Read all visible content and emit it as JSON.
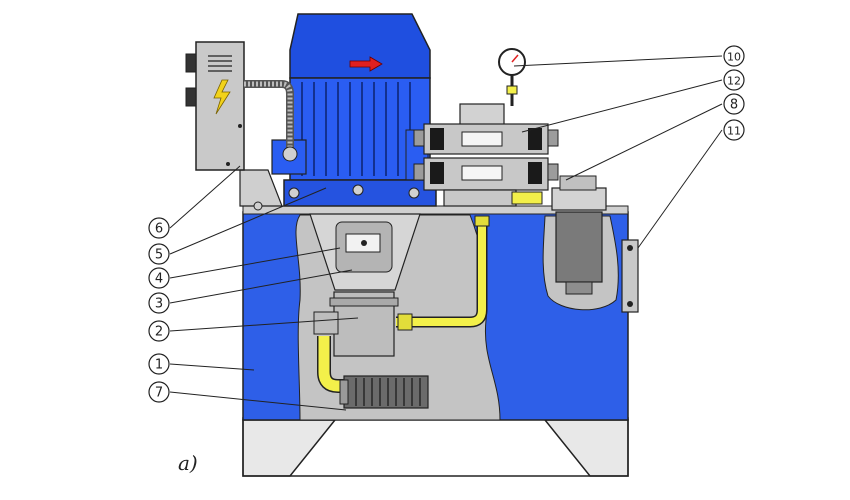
{
  "figure_label": "a)",
  "callouts": [
    {
      "number": "1"
    },
    {
      "number": "2"
    },
    {
      "number": "3"
    },
    {
      "number": "4"
    },
    {
      "number": "5"
    },
    {
      "number": "6"
    },
    {
      "number": "7"
    },
    {
      "number": "8"
    },
    {
      "number": "10"
    },
    {
      "number": "11"
    },
    {
      "number": "12"
    }
  ],
  "colors": {
    "tank_blue": "#2e5fe8",
    "cutaway_gray": "#c4c4c4",
    "motor_blue": "#1f4fe0",
    "pipe_yellow": "#f3f04a",
    "outline": "#222222",
    "panel_gray": "#c9c9c9",
    "arrow_red": "#e02020"
  },
  "icons": [
    "lightning-icon",
    "pressure-gauge-icon",
    "direction-arrow-icon"
  ]
}
